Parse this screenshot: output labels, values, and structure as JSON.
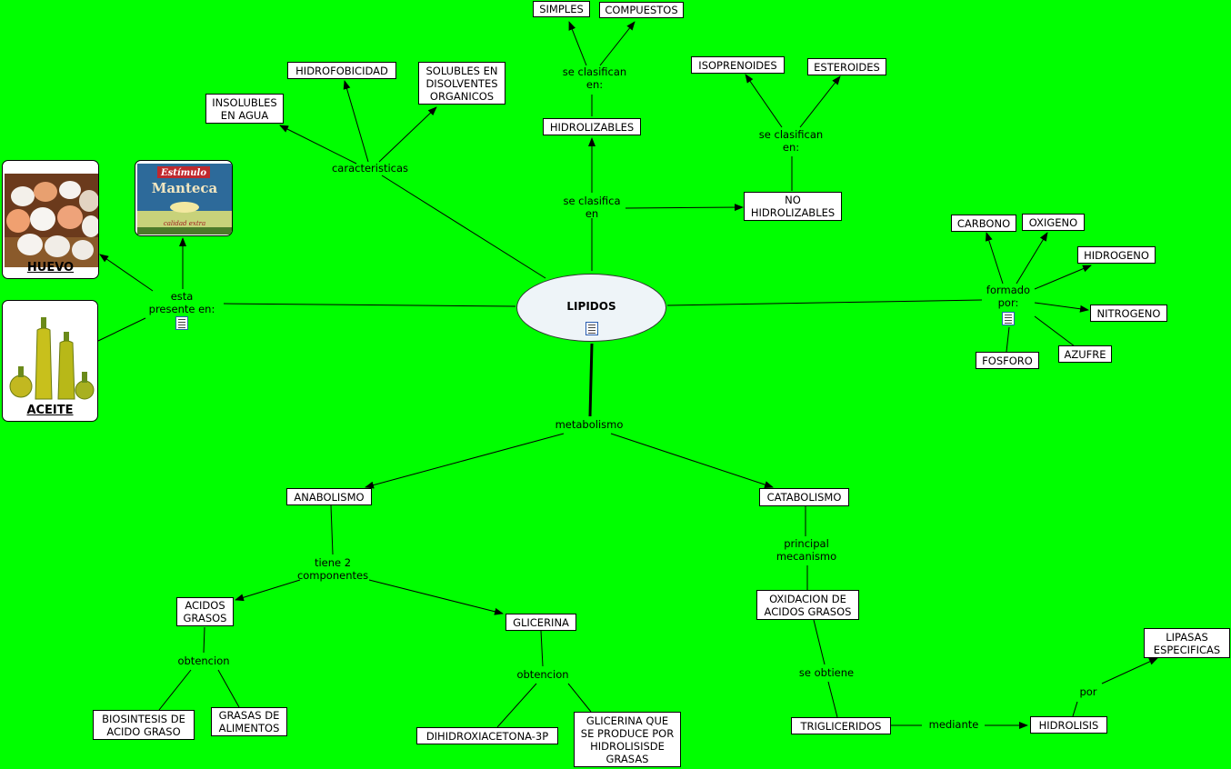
{
  "root": {
    "label": "LIPIDOS"
  },
  "nodes": {
    "simples": "SIMPLES",
    "compuestos": "COMPUESTOS",
    "hidrolizables": "HIDROLIZABLES",
    "isoprenoides": "ISOPRENOIDES",
    "esteroides": "ESTEROIDES",
    "no_hidrolizables_1": "NO",
    "no_hidrolizables_2": "HIDROLIZABLES",
    "hidrofobicidad": "HIDROFOBICIDAD",
    "solubles_1": "SOLUBLES EN",
    "solubles_2": "DISOLVENTES",
    "solubles_3": "ORGANICOS",
    "insolubles_1": "INSOLUBLES",
    "insolubles_2": "EN AGUA",
    "carbono": "CARBONO",
    "oxigeno": "OXIGENO",
    "hidrogeno": "HIDROGENO",
    "nitrogeno": "NITROGENO",
    "fosforo": "FOSFORO",
    "azufre": "AZUFRE",
    "anabolismo": "ANABOLISMO",
    "catabolismo": "CATABOLISMO",
    "acidos_grasos_1": "ACIDOS",
    "acidos_grasos_2": "GRASOS",
    "glicerina": "GLICERINA",
    "biosintesis_1": "BIOSINTESIS DE",
    "biosintesis_2": "ACIDO GRASO",
    "grasas_alimentos_1": "GRASAS DE",
    "grasas_alimentos_2": "ALIMENTOS",
    "dihidroxiacetona": "DIHIDROXIACETONA-3P",
    "glicerina_hidrolisis_1": "GLICERINA QUE",
    "glicerina_hidrolisis_2": "SE PRODUCE POR",
    "glicerina_hidrolisis_3": "HIDROLISISDE",
    "glicerina_hidrolisis_4": "GRASAS",
    "oxidacion_1": "OXIDACION DE",
    "oxidacion_2": "ACIDOS GRASOS",
    "trigliceridos": "TRIGLICERIDOS",
    "hidrolisis": "HIDROLISIS",
    "lipasas_1": "LIPASAS",
    "lipasas_2": "ESPECIFICAS"
  },
  "links": {
    "se_clasifican_1": "se clasifican",
    "se_clasifican_1b": "en:",
    "se_clasifican_2": "se clasifican",
    "se_clasifican_2b": "en:",
    "se_clasifica": "se clasifica",
    "se_clasifica_b": "en",
    "caracteristicas": "caracteristicas",
    "esta_presente": "esta",
    "esta_presente_b": "presente en:",
    "formado_por": "formado",
    "formado_por_b": "por:",
    "metabolismo": "metabolismo",
    "tiene_2": "tiene 2",
    "tiene_2_b": "componentes",
    "obtencion_1": "obtencion",
    "obtencion_2": "obtencion",
    "principal": "principal",
    "principal_b": "mecanismo",
    "se_obtiene": "se obtiene",
    "mediante": "mediante",
    "por": "por"
  },
  "images": {
    "huevo_caption": "HUEVO",
    "aceite_caption": "ACEITE",
    "manteca_brand": "Estímulo",
    "manteca_name": "Manteca",
    "manteca_sub": "calidad extra"
  },
  "colors": {
    "background": "#00ff00",
    "node_fill": "#ffffff",
    "root_fill": "#eef4f8",
    "line": "#000000"
  }
}
